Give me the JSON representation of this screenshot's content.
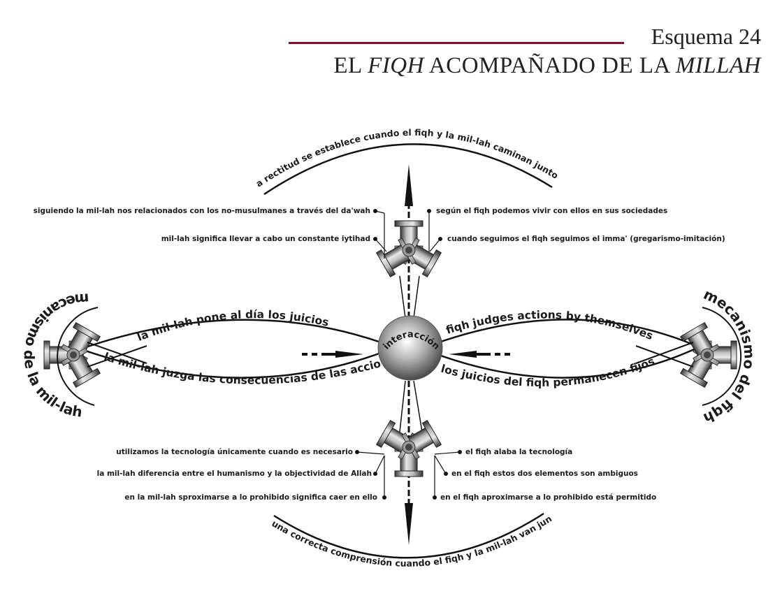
{
  "header": {
    "scheme_number": "Esquema 24",
    "title_parts": [
      "EL ",
      "FIQH",
      " ACOMPAÑADO DE LA ",
      "MILLAH"
    ],
    "rule_color": "#7a1428"
  },
  "diagram": {
    "center": {
      "label": "interacción",
      "icon": "sphere-icon"
    },
    "top_arc": "la rectitud se establece cuando el fiqh y la mil-lah caminan juntos",
    "bottom_arc": "hay una correcta comprensión cuando el fiqh y la mil-lah van juntos",
    "left_mechanism": {
      "label": "mecanismo de la mil-lah",
      "icon": "gear-mechanism-icon"
    },
    "right_mechanism": {
      "label": "mecanismo del fiqh",
      "icon": "gear-mechanism-icon"
    },
    "left_curves": {
      "upper": "la mil-lah pone al día los juicios",
      "lower": "la mil-lah juzga las consecuencias de las acciones"
    },
    "right_curves": {
      "upper": "fiqh judges actions by themselves",
      "lower": "los juicios del fiqh permanecen fijos"
    },
    "top_left_notes": [
      "siguiendo la mil-lah nos relacionados con los no-musulmanes a través del da'wah",
      "mil-lah significa llevar a cabo un constante iytihad"
    ],
    "top_right_notes": [
      "según el fiqh podemos vivir con ellos en sus sociedades",
      "cuando seguimos el fiqh seguimos el imma' (gregarismo-imitación)"
    ],
    "bottom_left_notes": [
      "utilizamos la tecnología  únicamente cuando es necesario",
      "la mil-lah diferencia entre el humanismo y la objectividad de Allah",
      "en la mil-lah sproximarse a lo prohibido significa caer en ello"
    ],
    "bottom_right_notes": [
      "el fiqh alaba la tecnología",
      "en el fiqh estos dos elementos son ambiguos",
      "en el fiqh aproximarse a lo prohibido está permitido"
    ],
    "arrows": [
      "arrow-up",
      "arrow-down",
      "arrow-right-dashed",
      "arrow-left-dashed"
    ]
  }
}
